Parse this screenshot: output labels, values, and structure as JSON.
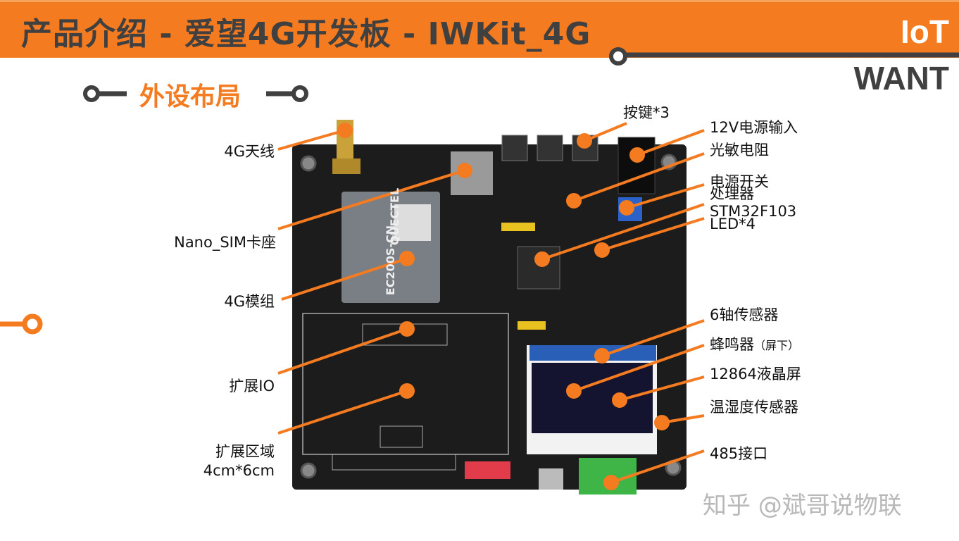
{
  "header": {
    "title": "产品介绍 - 爱望4G开发板 - IWKit_4G",
    "logo_top": "IoT",
    "logo_bottom": "WANT"
  },
  "section_title": "外设布局",
  "labels_left": {
    "antenna": "4G天线",
    "sim": "Nano_SIM卡座",
    "module": "4G模组",
    "io": "扩展IO",
    "area_line1": "扩展区域",
    "area_line2": "4cm*6cm"
  },
  "labels_right": {
    "keys": "按键*3",
    "power_in": "12V电源输入",
    "photoresistor": "光敏电阻",
    "power_switch": "电源开关",
    "cpu_line1": "处理器",
    "cpu_line2": "STM32F103",
    "led": "LED*4",
    "imu": "6轴传感器",
    "buzzer": "蜂鸣器",
    "buzzer_note": "（屏下）",
    "lcd": "12864液晶屏",
    "temp_humidity": "温湿度传感器",
    "rs485": "485接口"
  },
  "board_text": {
    "module_name": "EC200S-CN",
    "brand": "QUECTEL"
  },
  "watermark": "知乎 @斌哥说物联",
  "colors": {
    "accent": "#f47b20",
    "dark": "#404040",
    "board": "#1c1c1c"
  }
}
